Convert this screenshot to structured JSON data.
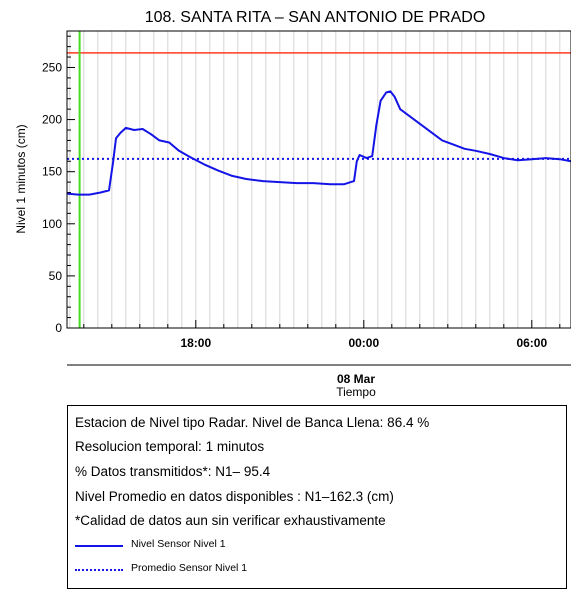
{
  "chart_data": {
    "type": "line",
    "title": "108. SANTA RITA – SAN ANTONIO DE PRADO",
    "xlabel": "Tiempo",
    "ylabel": "Nivel 1 minutos (cm)",
    "date_label": "08 Mar",
    "x_unit": "hours relative to 08 Mar 00:00",
    "xlim": [
      -10.6,
      7.4
    ],
    "ylim": [
      0,
      285
    ],
    "x_ticks": [
      {
        "x": -6,
        "label": "18:00"
      },
      {
        "x": 0,
        "label": "00:00"
      },
      {
        "x": 6,
        "label": "06:00"
      }
    ],
    "y_ticks": [
      {
        "y": 0,
        "label": "0"
      },
      {
        "y": 50,
        "label": "50"
      },
      {
        "y": 100,
        "label": "100"
      },
      {
        "y": 150,
        "label": "150"
      },
      {
        "y": 200,
        "label": "200"
      },
      {
        "y": 250,
        "label": "250"
      }
    ],
    "grid": "vertical",
    "threshold": {
      "y": 264,
      "color": "#ff3b1f"
    },
    "start_marker": {
      "x": -10.15,
      "color": "#44dd22"
    },
    "series": [
      {
        "name": "Nivel Sensor Nivel 1",
        "style": "solid",
        "color": "#1414e6",
        "points": [
          [
            -10.6,
            129
          ],
          [
            -10.2,
            128
          ],
          [
            -9.8,
            128
          ],
          [
            -9.4,
            130
          ],
          [
            -9.1,
            132
          ],
          [
            -8.95,
            160
          ],
          [
            -8.85,
            182
          ],
          [
            -8.7,
            187
          ],
          [
            -8.5,
            192
          ],
          [
            -8.2,
            190
          ],
          [
            -7.9,
            191
          ],
          [
            -7.6,
            186
          ],
          [
            -7.3,
            180
          ],
          [
            -6.95,
            178
          ],
          [
            -6.6,
            170
          ],
          [
            -6.2,
            164
          ],
          [
            -5.7,
            157
          ],
          [
            -5.2,
            151
          ],
          [
            -4.7,
            146
          ],
          [
            -4.2,
            143
          ],
          [
            -3.6,
            141
          ],
          [
            -3.0,
            140
          ],
          [
            -2.4,
            139
          ],
          [
            -1.8,
            139
          ],
          [
            -1.2,
            138
          ],
          [
            -0.7,
            138
          ],
          [
            -0.35,
            141
          ],
          [
            -0.25,
            160
          ],
          [
            -0.15,
            166
          ],
          [
            0.1,
            163
          ],
          [
            0.3,
            165
          ],
          [
            0.45,
            195
          ],
          [
            0.6,
            218
          ],
          [
            0.8,
            226
          ],
          [
            0.95,
            227
          ],
          [
            1.1,
            222
          ],
          [
            1.3,
            210
          ],
          [
            1.6,
            204
          ],
          [
            1.9,
            198
          ],
          [
            2.2,
            192
          ],
          [
            2.5,
            186
          ],
          [
            2.8,
            180
          ],
          [
            3.2,
            176
          ],
          [
            3.6,
            172
          ],
          [
            4.0,
            170
          ],
          [
            4.5,
            167
          ],
          [
            5.0,
            163
          ],
          [
            5.5,
            161
          ],
          [
            6.0,
            162
          ],
          [
            6.5,
            163
          ],
          [
            7.0,
            162
          ],
          [
            7.4,
            160
          ]
        ]
      },
      {
        "name": "Promedio Sensor Nivel 1",
        "style": "dotted",
        "color": "#1414e6",
        "points": [
          [
            -10.6,
            162.3
          ],
          [
            7.4,
            162.3
          ]
        ]
      }
    ]
  },
  "info": {
    "lines": [
      "Estacion de Nivel tipo Radar. Nivel de Banca Llena: 86.4 %",
      "Resolucion temporal: 1 minutos",
      "% Datos transmitidos*: N1– 95.4",
      "Nivel Promedio en datos disponibles : N1–162.3 (cm)",
      "*Calidad de datos aun sin verificar exhaustivamente"
    ],
    "legend": [
      {
        "label": "Nivel Sensor Nivel 1",
        "style": "solid",
        "color": "#1414e6"
      },
      {
        "label": "Promedio Sensor Nivel 1",
        "style": "dotted",
        "color": "#1414e6"
      }
    ]
  }
}
